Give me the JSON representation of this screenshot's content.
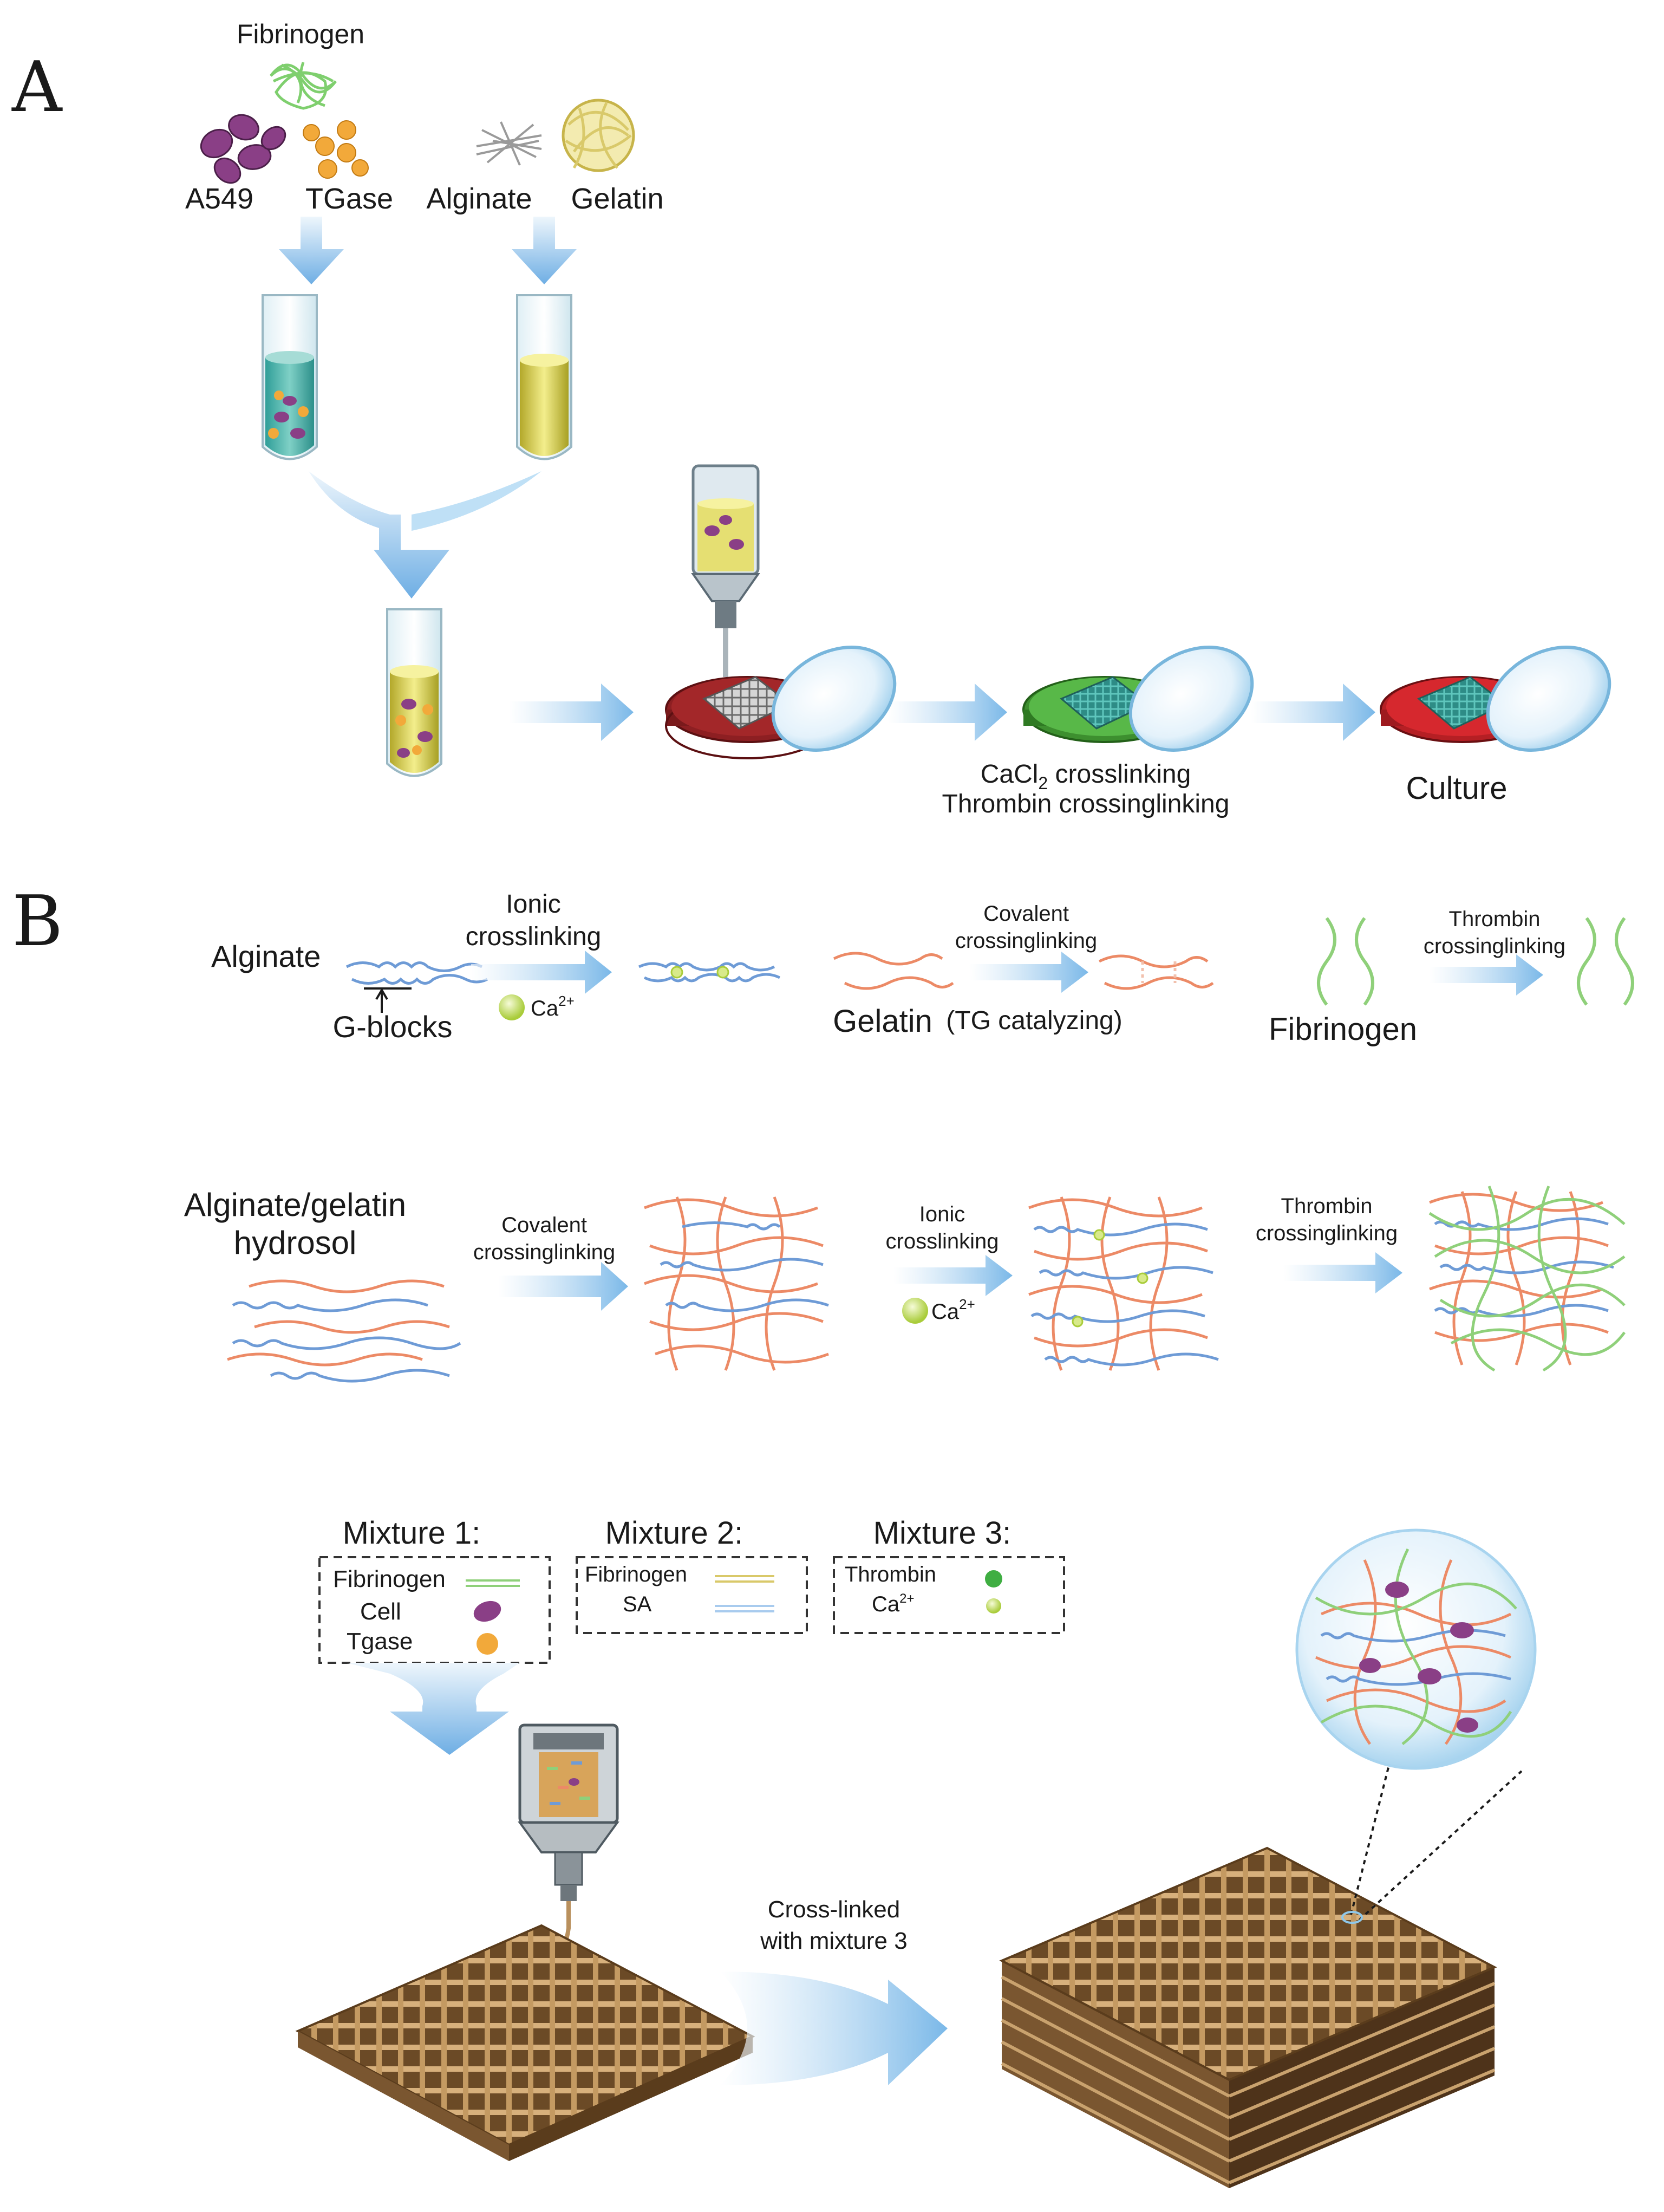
{
  "panel_a": {
    "letter": "A",
    "labels": {
      "fibrinogen": "Fibrinogen",
      "a549": "A549",
      "tgase": "TGase",
      "alginate": "Alginate",
      "gelatin": "Gelatin",
      "cacl2_main": "CaCl",
      "cacl2_sub": "2",
      "cacl2_rest": " crosslinking",
      "thrombin": "Thrombin crossinglinking",
      "culture": "Culture"
    }
  },
  "panel_b": {
    "letter": "B",
    "row1": {
      "alginate": "Alginate",
      "g_blocks": "G-blocks",
      "ionic_1": "Ionic",
      "ionic_2": "crosslinking",
      "ca": "Ca",
      "ca_sup": "2+",
      "covalent_1": "Covalent",
      "covalent_2": "crossinglinking",
      "gelatin": "Gelatin",
      "tg": "(TG catalyzing)",
      "thrombin_1": "Thrombin",
      "thrombin_2": "crossinglinking",
      "fibrinogen": "Fibrinogen"
    },
    "row2": {
      "hydrosol_1": "Alginate/gelatin",
      "hydrosol_2": "hydrosol",
      "covalent_1": "Covalent",
      "covalent_2": "crossinglinking",
      "ionic_1": "Ionic",
      "ionic_2": "crosslinking",
      "ca": "Ca",
      "ca_sup": "2+",
      "thrombin_1": "Thrombin",
      "thrombin_2": "crossinglinking"
    },
    "mixtures": [
      {
        "title": "Mixture 1:",
        "items": [
          "Fibrinogen",
          "Cell",
          "Tgase"
        ]
      },
      {
        "title": "Mixture 2:",
        "items": [
          "Fibrinogen",
          "SA"
        ]
      },
      {
        "title": "Mixture 3:",
        "items": [
          "Thrombin",
          "Ca"
        ],
        "ca_sup": "2+"
      }
    ],
    "crosslink_1": "Cross-linked",
    "crosslink_2": "with mixture 3"
  },
  "colors": {
    "arrow_blue": "#9fcbec",
    "arrow_blue_dark": "#5fa6de",
    "alginate_strand": "#6e9bd6",
    "gelatin_strand": "#ec8a66",
    "fibrinogen_strand": "#8fd07a",
    "cell_purple": "#8a3f86",
    "tgase_orange": "#f2a93a",
    "calcium_green": "#c8e06a",
    "culture_red": "#c8262c",
    "crosslink_green": "#58b848",
    "scaffold_brown": "#b9905d"
  }
}
